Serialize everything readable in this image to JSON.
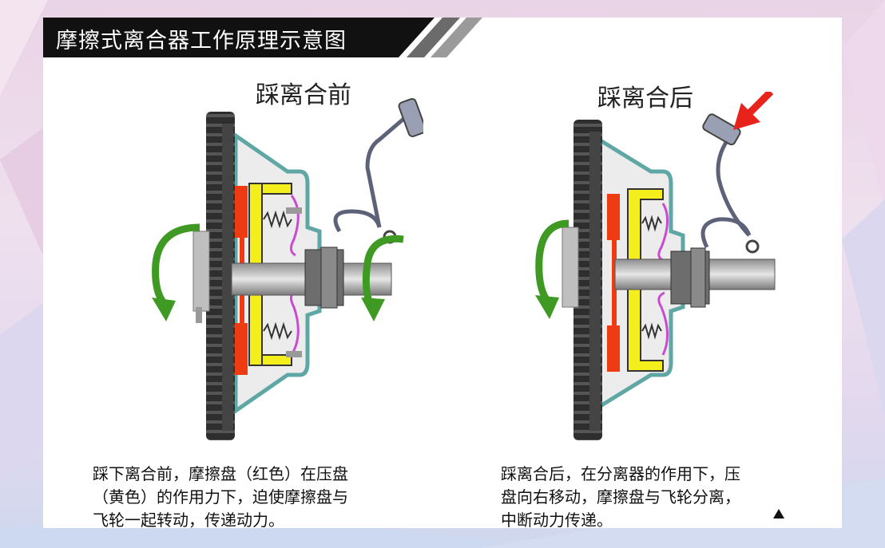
{
  "title": "摩擦式离合器工作原理示意图",
  "panels": {
    "left": {
      "heading": "踩离合前",
      "caption_lines": [
        "踩下离合前，摩擦盘（红色）在压盘",
        "（黄色）的作用力下，迫使摩擦盘与",
        "飞轮一起转动，传递动力。"
      ]
    },
    "right": {
      "heading": "踩离合后",
      "caption_lines": [
        "踩离合后，在分离器的作用下，压",
        "盘向右移动，摩擦盘与飞轮分离，",
        "中断动力传递。"
      ]
    }
  },
  "colors": {
    "friction_disc": "#ef3b12",
    "pressure_plate": "#f4ee1c",
    "housing": "#5fa7a4",
    "rotation_arrow": "#3f9a23",
    "press_arrow": "#e8231c",
    "spring": "#c94bd1",
    "flywheel": "#3b3b3b",
    "pedal": "#5d6278",
    "title_bar": "#111111"
  },
  "icons": [
    "rotation-arrow-icon",
    "press-arrow-icon",
    "spring-icon"
  ]
}
